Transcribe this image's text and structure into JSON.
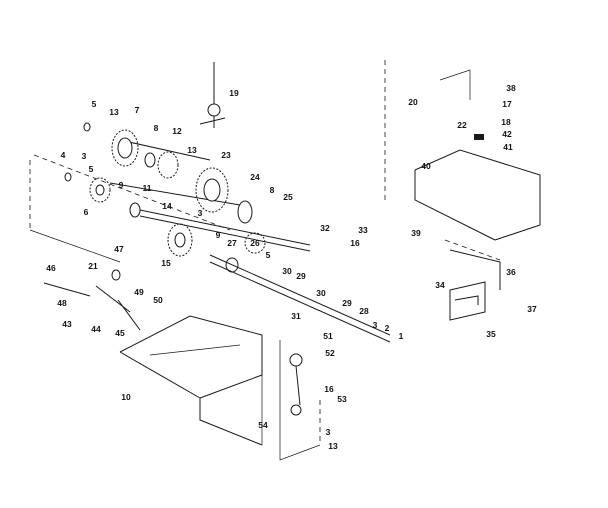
{
  "labels": {
    "l5a": "5",
    "l13a": "13",
    "l7": "7",
    "l8a": "8",
    "l12": "12",
    "l13b": "13",
    "l19": "19",
    "l23": "23",
    "l4": "4",
    "l3a": "3",
    "l5b": "5",
    "l9a": "9",
    "l11": "11",
    "l6": "6",
    "l14": "14",
    "l24": "24",
    "l8b": "8",
    "l25": "25",
    "l3b": "3",
    "l9b": "9",
    "l27": "27",
    "l26": "26",
    "l15": "15",
    "l5c": "5",
    "l32": "32",
    "l33": "33",
    "l16a": "16",
    "l47": "47",
    "l21": "21",
    "l46": "46",
    "l30a": "30",
    "l29a": "29",
    "l49": "49",
    "l48": "48",
    "l50": "50",
    "l30b": "30",
    "l29b": "29",
    "l28": "28",
    "l31": "31",
    "l43": "43",
    "l44": "44",
    "l45": "45",
    "l3c": "3",
    "l2": "2",
    "l1": "1",
    "l51": "51",
    "l52": "52",
    "l10": "10",
    "l16b": "16",
    "l53": "53",
    "l54": "54",
    "l3d": "3",
    "l13c": "13",
    "l20": "20",
    "l38": "38",
    "l17": "17",
    "l18": "18",
    "l22": "22",
    "l42": "42",
    "l41": "41",
    "l40": "40",
    "l39": "39",
    "l36": "36",
    "l34": "34",
    "l37": "37",
    "l35": "35"
  }
}
